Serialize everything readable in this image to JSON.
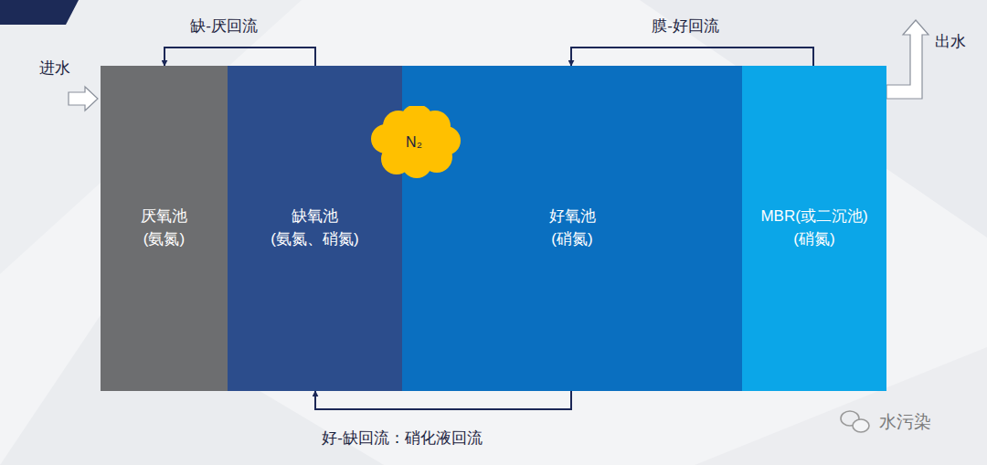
{
  "diagram": {
    "nodes": [
      {
        "text": [
          "厌氧池",
          "(氨氮)"
        ]
      },
      {
        "text": [
          "缺氧池",
          "(氨氮、硝氮)"
        ]
      },
      {
        "text": [
          "好氧池",
          "(硝氮)"
        ]
      },
      {
        "text": [
          "MBR(或二沉池)",
          "(硝氮)"
        ]
      },
      {
        "text": [
          "N₂"
        ]
      }
    ],
    "edges": [
      {
        "from": 1,
        "to": 0,
        "label": "缺-厌回流",
        "arrow": "to"
      },
      {
        "from": 3,
        "to": 2,
        "label": "膜-好回流",
        "arrow": "to"
      },
      {
        "from": 2,
        "to": 1,
        "label": "好-缺回流：硝化液回流",
        "arrow": "to"
      },
      {
        "from": 0,
        "to": 1,
        "arrow": "to"
      },
      {
        "from": 1,
        "to": 2,
        "arrow": "to"
      },
      {
        "from": 2,
        "to": 3,
        "arrow": "to"
      }
    ],
    "labels": [
      "进水",
      "出水",
      "水污染"
    ]
  }
}
